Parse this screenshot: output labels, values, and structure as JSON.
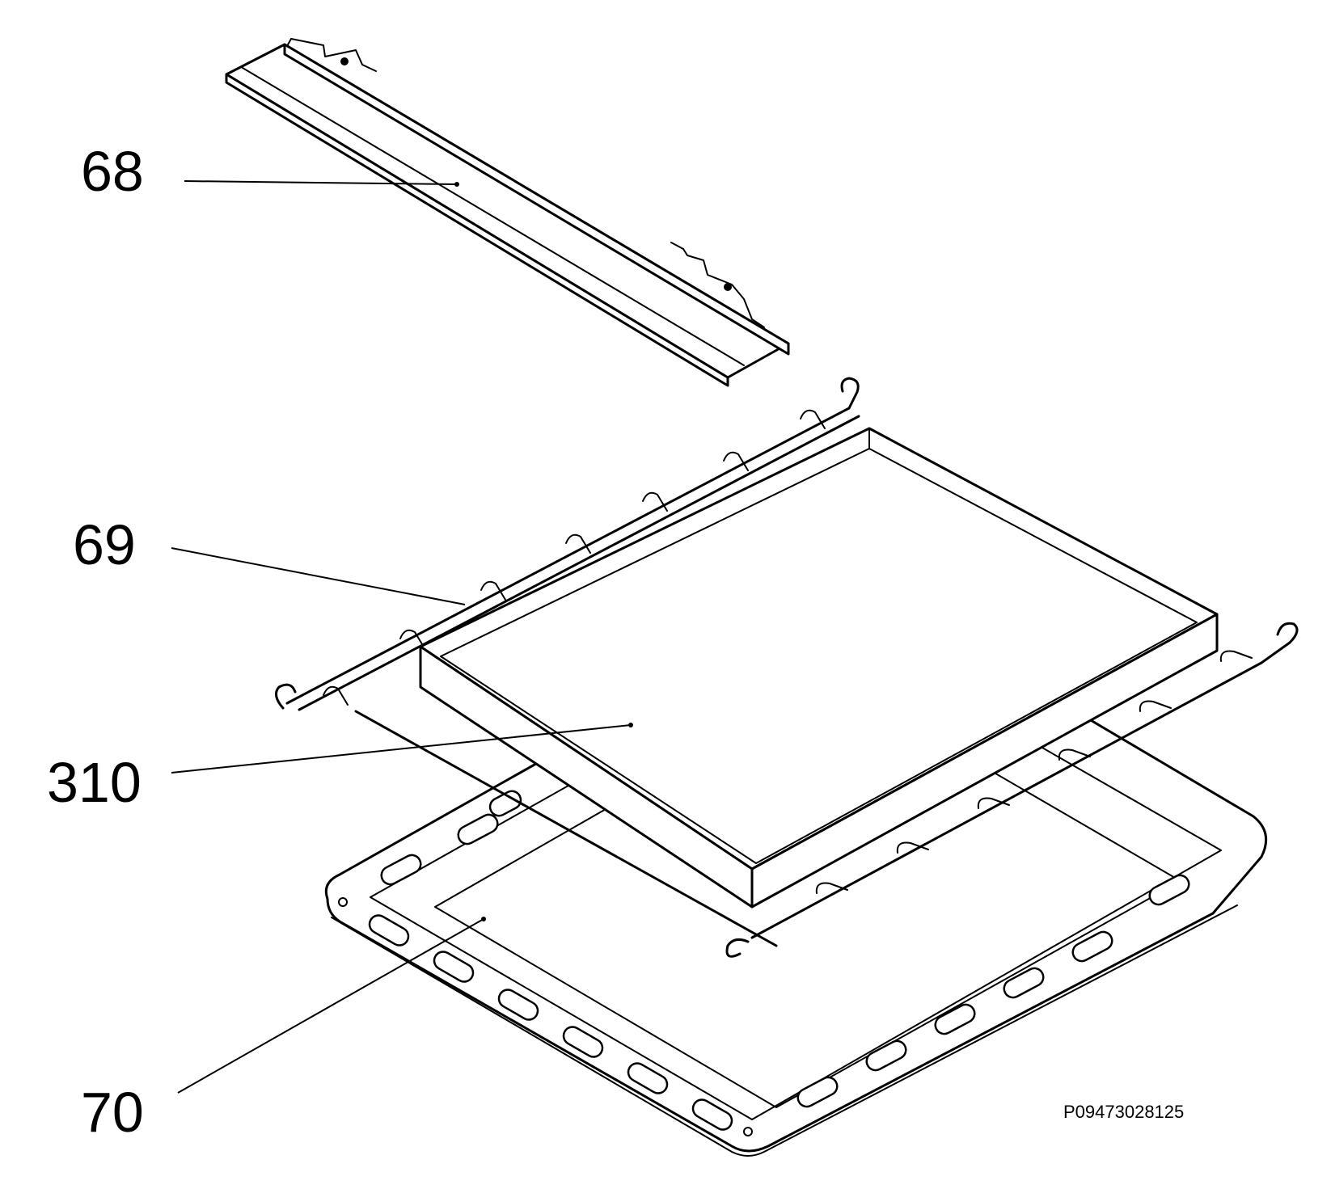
{
  "diagram": {
    "callouts": [
      {
        "id": "68",
        "label": "68"
      },
      {
        "id": "69",
        "label": "69"
      },
      {
        "id": "310",
        "label": "310"
      },
      {
        "id": "70",
        "label": "70"
      }
    ],
    "drawing_code": "P09473028125"
  }
}
